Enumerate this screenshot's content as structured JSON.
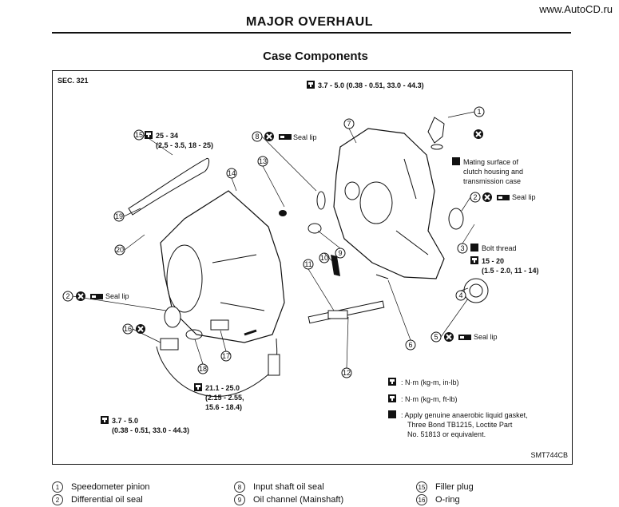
{
  "watermark": "www.AutoCD.ru",
  "header": {
    "title": "MAJOR OVERHAUL"
  },
  "section": {
    "title": "Case Components"
  },
  "figure": {
    "sec_label": "SEC. 321",
    "code": "SMT744CB",
    "torque_top": "3.7 - 5.0 (0.38 - 0.51, 33.0 - 44.3)",
    "torque_15_line1": "25 - 34",
    "torque_15_line2": "(2.5 - 3.5, 18 - 25)",
    "torque_mid_line1": "21.1 - 25.0",
    "torque_mid_line2": "(2.15 - 2.55,",
    "torque_mid_line3": "15.6 - 18.4)",
    "torque_bottom_line1": "3.7 - 5.0",
    "torque_bottom_line2": "(0.38 - 0.51, 33.0 - 44.3)",
    "torque_3_line1": "15 - 20",
    "torque_3_line2": "(1.5 - 2.0, 11 - 14)",
    "seal_lip": "Seal lip",
    "bolt_thread": "Bolt thread",
    "mating_line1": "Mating surface of",
    "mating_line2": "clutch housing and",
    "mating_line3": "transmission case",
    "key_nm_kgm_inlb": ": N·m (kg-m, in-lb)",
    "key_nm_kgm_ftlb": ": N·m (kg-m, ft-lb)",
    "key_apply_line1": ": Apply genuine anaerobic liquid gasket,",
    "key_apply_line2": "Three Bond TB1215, Loctite Part",
    "key_apply_line3": "No. 51813 or equivalent.",
    "callouts": [
      "1",
      "2",
      "3",
      "4",
      "5",
      "6",
      "7",
      "8",
      "9",
      "10",
      "11",
      "12",
      "13",
      "14",
      "15",
      "16",
      "17",
      "18",
      "19",
      "20"
    ]
  },
  "legend": [
    {
      "num": "1",
      "label": "Speedometer pinion"
    },
    {
      "num": "8",
      "label": "Input shaft oil seal"
    },
    {
      "num": "15",
      "label": "Filler plug"
    },
    {
      "num": "2",
      "label": "Differential oil seal"
    },
    {
      "num": "9",
      "label": "Oil channel (Mainshaft)"
    },
    {
      "num": "16",
      "label": "O-ring"
    }
  ]
}
